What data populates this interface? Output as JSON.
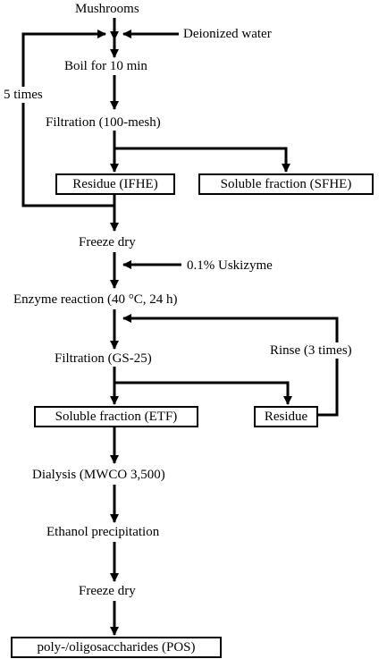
{
  "colors": {
    "line": "#000000",
    "background": "#ffffff"
  },
  "steps": {
    "mushrooms": "Mushrooms",
    "deionized_water": "Deionized water",
    "boil": "Boil for 10 min",
    "five_times": "5 times",
    "filtration_mesh": "Filtration (100-mesh)",
    "residue_ifhe": "Residue (IFHE)",
    "soluble_sfhe": "Soluble fraction (SFHE)",
    "freeze_dry_1": "Freeze dry",
    "uskizyme": "0.1% Uskizyme",
    "enzyme_reaction": "Enzyme reaction (40 °C, 24 h)",
    "filtration_gs": "Filtration (GS-25)",
    "rinse": "Rinse (3 times)",
    "soluble_etf": "Soluble fraction (ETF)",
    "residue": "Residue",
    "dialysis": "Dialysis (MWCO 3,500)",
    "ethanol": "Ethanol precipitation",
    "freeze_dry_2": "Freeze dry",
    "pos": "poly-/oligosaccharides (POS)"
  }
}
